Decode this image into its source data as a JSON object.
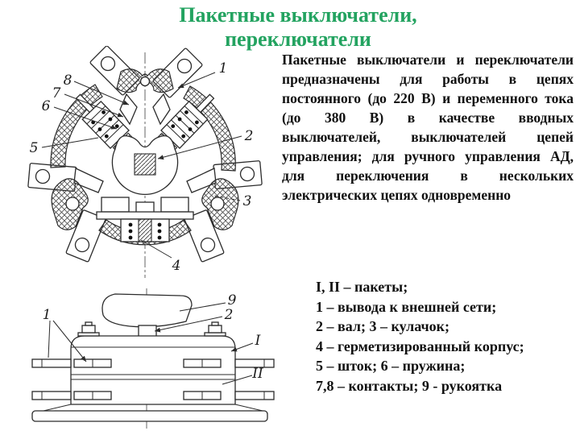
{
  "title": {
    "line1": "Пакетные выключатели,",
    "line2": "переключатели"
  },
  "description": {
    "text": "Пакетные выключатели и переключатели предназначены для работы в цепях постоянного (до 220 В) и переменного тока (до 380 В) в качестве вводных выключателей, выключателей цепей управления; для ручного управления АД, для переключения в нескольких электрических цепях одновременно"
  },
  "legend": {
    "lines": [
      "I, II – пакеты;",
      "1 – вывода к внешней сети;",
      "2 – вал; 3 – кулачок;",
      "4 – герметизированный корпус;",
      "5 – шток; 6 – пружина;",
      "7,8 – контакты; 9 - рукоятка"
    ]
  },
  "diagram_top": {
    "labels": {
      "n1": "1",
      "n2": "2",
      "n3": "3",
      "n4": "4",
      "n5": "5",
      "n6": "6",
      "n7": "7",
      "n8": "8"
    }
  },
  "diagram_bottom": {
    "labels": {
      "n9": "9",
      "n2": "2",
      "n1": "1",
      "nI": "I",
      "nII": "II"
    }
  },
  "colors": {
    "title_green": "#23a360",
    "text_black": "#101010",
    "drawing_line": "#2b2b2b"
  }
}
